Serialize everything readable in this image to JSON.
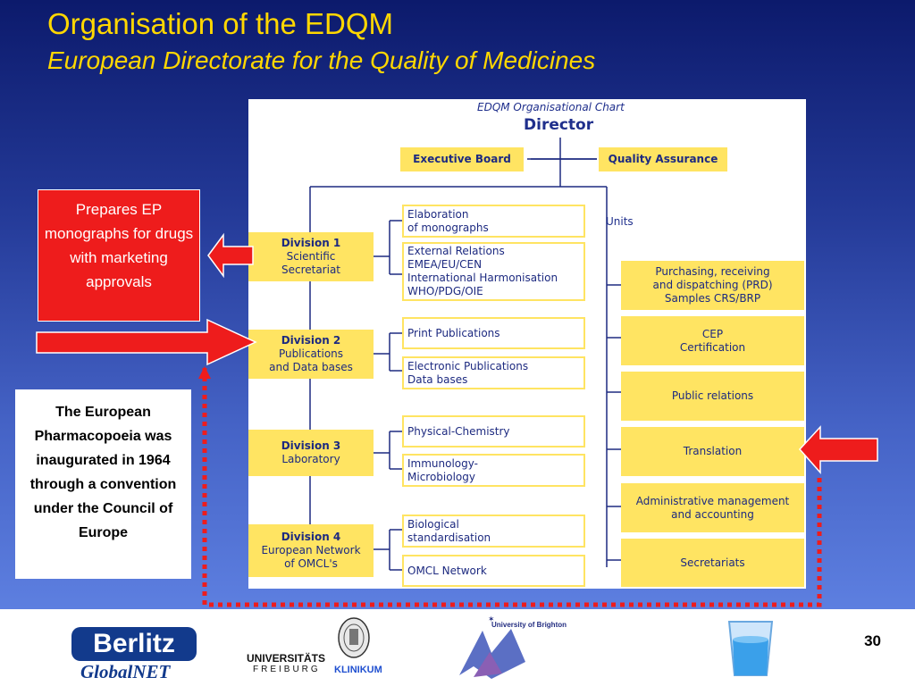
{
  "slide": {
    "title": "Organisation of the EDQM",
    "subtitle": "European Directorate for the Quality of Medicines",
    "page_number": "30"
  },
  "callouts": {
    "red_text": "Prepares EP monographs for drugs with marketing approvals",
    "white_text": "The European Pharmacopoeia was inaugurated in 1964 through a convention under the Council of Europe"
  },
  "org_chart": {
    "caption": "EDQM Organisational Chart",
    "director": "Director",
    "executive_board": "Executive Board",
    "quality_assurance": "Quality Assurance",
    "units_label": "Units",
    "divisions": [
      {
        "title": "Division 1",
        "name": "Scientific\nSecretariat",
        "sections": [
          "Elaboration\nof monographs",
          "External Relations\nEMEA/EU/CEN\nInternational Harmonisation\nWHO/PDG/OIE"
        ]
      },
      {
        "title": "Division 2",
        "name": "Publications\nand Data bases",
        "sections": [
          "Print Publications",
          "Electronic Publications\nData bases"
        ]
      },
      {
        "title": "Division 3",
        "name": "Laboratory",
        "sections": [
          "Physical-Chemistry",
          "Immunology-\nMicrobiology"
        ]
      },
      {
        "title": "Division 4",
        "name": "European Network\nof OMCL's",
        "sections": [
          "Biological\nstandardisation",
          "OMCL Network"
        ]
      }
    ],
    "units": [
      "Purchasing, receiving\nand dispatching (PRD)\nSamples CRS/BRP",
      "CEP\nCertification",
      "Public relations",
      "Translation",
      "Administrative management\nand accounting",
      "Secretariats"
    ]
  },
  "footer": {
    "berlitz_name": "Berlitz",
    "berlitz_sub": "GlobalNET",
    "freiburg_name": "UNIVERSITÄTS",
    "freiburg_city": "FREIBURG",
    "freiburg_klinikum": "KLINIKUM",
    "brighton": "University of Brighton"
  },
  "colors": {
    "title": "#ffd700",
    "chart_box": "#ffe462",
    "arrow": "#ee1c1c",
    "chart_text": "#1d2a80"
  }
}
